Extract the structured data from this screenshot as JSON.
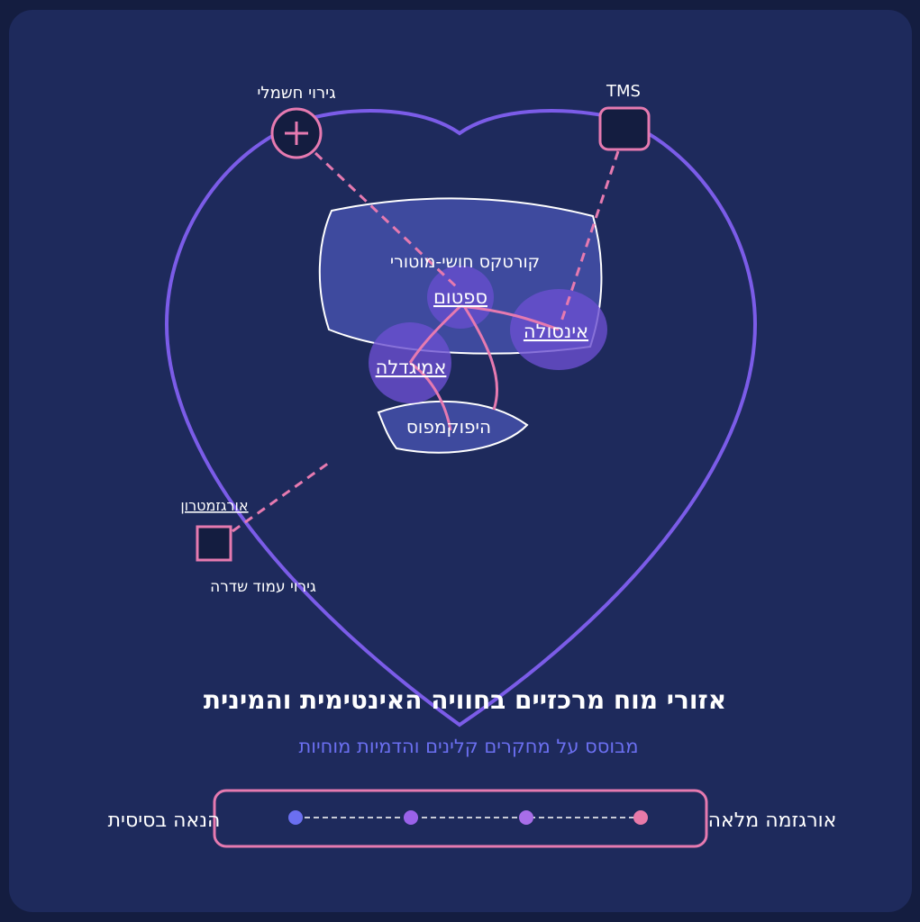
{
  "labels": {
    "electrical": "גירוי חשמלי",
    "tms": "TMS",
    "cortex": "קורטקס חושי-מוטורי",
    "septum": "ספטום",
    "insula": "אינסולה",
    "amygdala": "אמיגדלה",
    "hippocampus": "היפוקמפוס",
    "orgasmotron": "אורגזמטרון",
    "spinal": "גירוי עמוד שדרה"
  },
  "title": "אזורי מוח מרכזיים בחוויה האינטימית והמינית",
  "subtitle": "מבוסס על מחקרים קלינים והדמיות מוחיות",
  "scale": {
    "left_label": "הנאה בסיסית",
    "right_label": "אורגזמה מלאה",
    "dot_colors": [
      "#6b6ff0",
      "#9a62ea",
      "#a86ee8",
      "#e87aa9"
    ]
  },
  "colors": {
    "heart": "#7b5ce8",
    "pink": "#e67ab0",
    "region_fill": "#3e4a9e",
    "node_fill": "#6a4fd0",
    "panel": "#1e2a5c"
  }
}
